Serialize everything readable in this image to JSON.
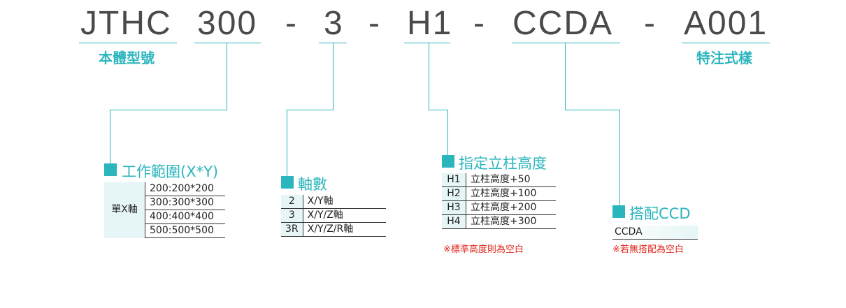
{
  "code": {
    "model": "JTHC",
    "range": "300",
    "dash1": "-",
    "axes": "3",
    "dash2": "-",
    "height": "H1",
    "dash3": "-",
    "ccd": "CCDA",
    "dash4": "-",
    "special": "A001"
  },
  "labels": {
    "model_type": "本體型號",
    "special_order": "特注式樣"
  },
  "work_range": {
    "title": "工作範圍(X*Y)",
    "row_header": "單X軸",
    "rows": [
      "200:200*200",
      "300:300*300",
      "400:400*400",
      "500:500*500"
    ]
  },
  "axis_count": {
    "title": "軸數",
    "rows": [
      {
        "code": "2",
        "desc": "X/Y軸"
      },
      {
        "code": "3",
        "desc": "X/Y/Z軸"
      },
      {
        "code": "3R",
        "desc": "X/Y/Z/R軸"
      }
    ]
  },
  "column_height": {
    "title": "指定立柱高度",
    "rows": [
      {
        "code": "H1",
        "desc": "立柱高度+50"
      },
      {
        "code": "H2",
        "desc": "立柱高度+100"
      },
      {
        "code": "H3",
        "desc": "立柱高度+200"
      },
      {
        "code": "H4",
        "desc": "立柱高度+300"
      }
    ],
    "note": "※標準高度則為空白"
  },
  "ccd": {
    "title": "搭配CCD",
    "rows": [
      "CCDA"
    ],
    "note": "※若無搭配為空白"
  },
  "colors": {
    "accent": "#2bb5bd",
    "cell_bg": "#e6f5f6",
    "note": "#e0281e",
    "code_text": "#4a4a4a"
  }
}
